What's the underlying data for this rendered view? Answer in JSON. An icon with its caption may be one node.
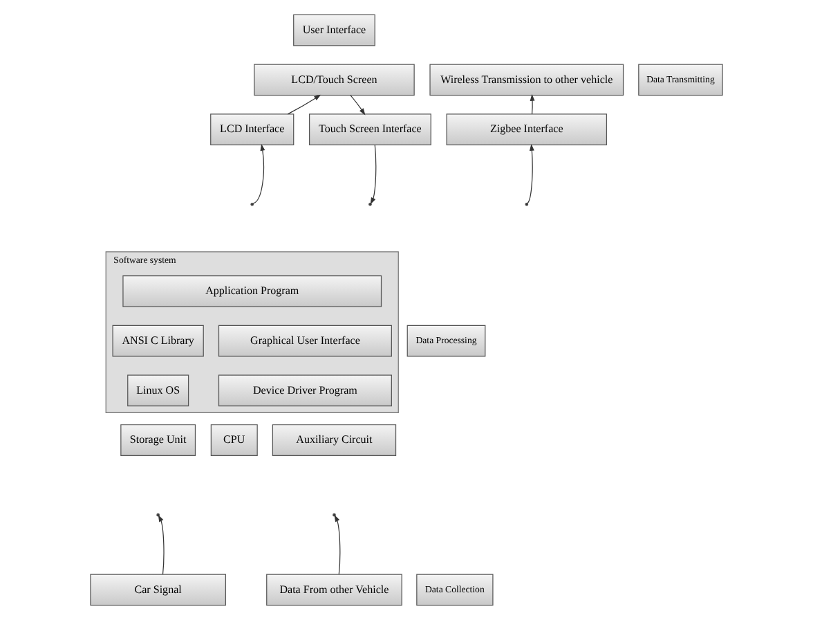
{
  "diagram": {
    "nodes": [
      {
        "text": [
          "User Interface"
        ]
      },
      {
        "text": [
          "LCD/Touch Screen"
        ]
      },
      {
        "text": [
          "LCD Interface"
        ]
      },
      {
        "text": [
          "Touch Screen Interface"
        ]
      },
      {
        "text": [
          "Wireless Transmission to other vehicle"
        ]
      },
      {
        "text": [
          "Data Transmitting"
        ]
      },
      {
        "text": [
          "Zigbee Interface"
        ]
      },
      {
        "text": [
          "Software system"
        ]
      },
      {
        "text": [
          "Application Program"
        ],
        "in": 7
      },
      {
        "text": [
          "ANSI C Library"
        ],
        "in": 7
      },
      {
        "text": [
          "Graphical User Interface"
        ],
        "in": 7
      },
      {
        "text": [
          "Linux OS"
        ],
        "in": 7
      },
      {
        "text": [
          "Device Driver Program"
        ],
        "in": 7
      },
      {
        "text": [
          "Data Processing"
        ]
      },
      {
        "text": [
          "Storage Unit"
        ]
      },
      {
        "text": [
          "CPU"
        ]
      },
      {
        "text": [
          "Auxiliary Circuit"
        ]
      },
      {
        "text": [
          "Car Signal"
        ]
      },
      {
        "text": [
          "Data From other Vehicle"
        ]
      },
      {
        "text": [
          "Data Collection"
        ]
      }
    ],
    "edges": [
      {
        "from": 2,
        "to": 1,
        "arrow": "to"
      },
      {
        "from": 1,
        "to": 3,
        "arrow": "to"
      },
      {
        "from": 6,
        "to": 4,
        "arrow": "to"
      },
      {
        "from": null,
        "to": 2,
        "arrow": "to"
      },
      {
        "from": 3,
        "to": null,
        "arrow": "to"
      },
      {
        "from": null,
        "to": 6,
        "arrow": "to"
      },
      {
        "from": 17,
        "to": null,
        "arrow": "to"
      },
      {
        "from": 18,
        "to": null,
        "arrow": "to"
      }
    ]
  }
}
